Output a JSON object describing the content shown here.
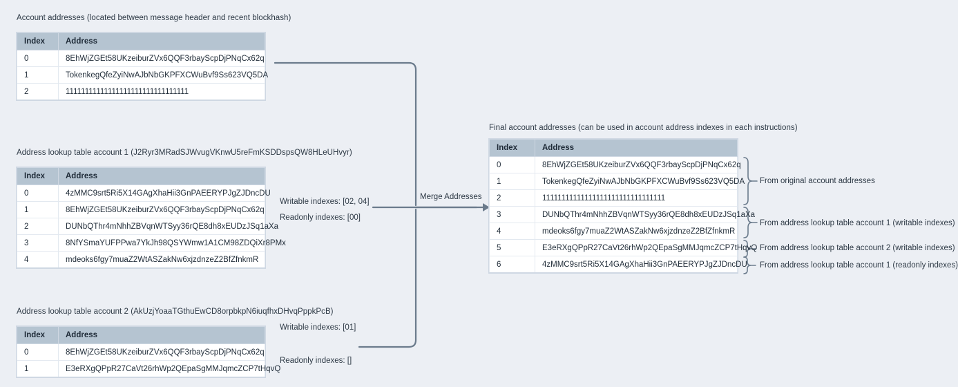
{
  "captions": {
    "original": "Account addresses (located between message header and recent blockhash)",
    "lut1": "Address lookup table account 1 (J2Ryr3MRadSJWvugVKnwU5reFmKSDDspsQW8HLeUHvyr)",
    "lut2": "Address lookup table account 2 (AkUzjYoaaTGthuEwCD8orpbkpN6iuqfhxDHvqPppkPcB)",
    "final": "Final account addresses (can be used in account address indexes in each instructions)"
  },
  "columns": {
    "index": "Index",
    "address": "Address"
  },
  "original_table": {
    "rows": [
      {
        "index": "0",
        "address": "8EhWjZGEt58UKzeiburZVx6QQF3rbayScpDjPNqCx62q"
      },
      {
        "index": "1",
        "address": "TokenkegQfeZyiNwAJbNbGKPFXCWuBvf9Ss623VQ5DA"
      },
      {
        "index": "2",
        "address": "11111111111111111111111111111111"
      }
    ]
  },
  "lut1_table": {
    "rows": [
      {
        "index": "0",
        "address": "4zMMC9srt5Ri5X14GAgXhaHii3GnPAEERYPJgZJDncDU"
      },
      {
        "index": "1",
        "address": "8EhWjZGEt58UKzeiburZVx6QQF3rbayScpDjPNqCx62q"
      },
      {
        "index": "2",
        "address": "DUNbQThr4mNhhZBVqnWTSyy36rQE8dh8xEUDzJSq1aXa"
      },
      {
        "index": "3",
        "address": "8NfYSmaYUFPPwa7YkJh98QSYWmw1A1CM98ZDQiXr8PMx"
      },
      {
        "index": "4",
        "address": "mdeoks6fgy7muaZ2WtASZakNw6xjzdnzeZ2BfZfnkmR"
      }
    ]
  },
  "lut2_table": {
    "rows": [
      {
        "index": "0",
        "address": "8EhWjZGEt58UKzeiburZVx6QQF3rbayScpDjPNqCx62q"
      },
      {
        "index": "1",
        "address": "E3eRXgQPpR27CaVt26rhWp2QEpaSgMMJqmcZCP7tHqvQ"
      }
    ]
  },
  "final_table": {
    "rows": [
      {
        "index": "0",
        "address": "8EhWjZGEt58UKzeiburZVx6QQF3rbayScpDjPNqCx62q"
      },
      {
        "index": "1",
        "address": "TokenkegQfeZyiNwAJbNbGKPFXCWuBvf9Ss623VQ5DA"
      },
      {
        "index": "2",
        "address": "11111111111111111111111111111111"
      },
      {
        "index": "3",
        "address": "DUNbQThr4mNhhZBVqnWTSyy36rQE8dh8xEUDzJSq1aXa"
      },
      {
        "index": "4",
        "address": "mdeoks6fgy7muaZ2WtASZakNw6xjzdnzeZ2BfZfnkmR"
      },
      {
        "index": "5",
        "address": "E3eRXgQPpR27CaVt26rhWp2QEpaSgMMJqmcZCP7tHqvQ"
      },
      {
        "index": "6",
        "address": "4zMMC9srt5Ri5X14GAgXhaHii3GnPAEERYPJgZJDncDU"
      }
    ]
  },
  "wire_labels": {
    "lut1_writable": "Writable indexes: [02, 04]",
    "lut1_readonly": "Readonly indexes: [00]",
    "lut2_writable": "Writable indexes: [01]",
    "lut2_readonly": "Readonly indexes: []",
    "merge": "Merge Addresses"
  },
  "brace_labels": {
    "group1": "From original account addresses",
    "group2": "From address lookup table account 1 (writable indexes)",
    "group3": "From address lookup table account 2 (writable indexes)",
    "group4": "From address lookup table account 1 (readonly indexes)"
  },
  "colors": {
    "background": "#eceff4",
    "header": "#b5c4d1",
    "line": "#6b7b8c",
    "text": "#2e3a46"
  }
}
